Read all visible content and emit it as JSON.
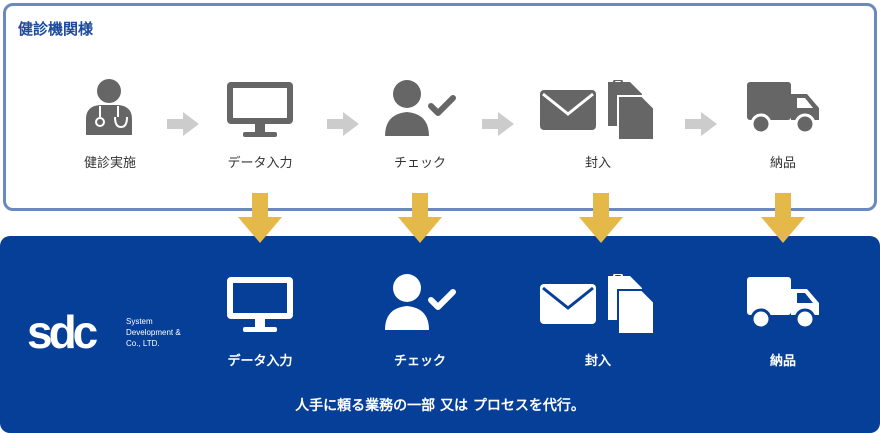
{
  "header": {
    "title": "健診機関様"
  },
  "top_flow": {
    "steps": [
      {
        "label": "健診実施",
        "icon": "doctor-icon"
      },
      {
        "label": "データ入力",
        "icon": "monitor-icon"
      },
      {
        "label": "チェック",
        "icon": "user-check-icon"
      },
      {
        "label": "封入",
        "icon": "envelope-documents-icon"
      },
      {
        "label": "納品",
        "icon": "truck-icon"
      }
    ]
  },
  "bottom_flow": {
    "steps": [
      {
        "label": "データ入力",
        "icon": "monitor-icon"
      },
      {
        "label": "チェック",
        "icon": "user-check-icon"
      },
      {
        "label": "封入",
        "icon": "envelope-documents-icon"
      },
      {
        "label": "納品",
        "icon": "truck-icon"
      }
    ]
  },
  "logo": {
    "mark": "sdc",
    "line1": "System",
    "line2": "Development &",
    "line3": "Co., LTD."
  },
  "tagline": "人手に頼る業務の一部 又は プロセスを代行。",
  "colors": {
    "top_border": "#6a8abf",
    "title": "#1d4a9c",
    "bottom_bg": "#063f97",
    "icon_gray": "#666666",
    "arrow_gray": "#cccccc",
    "arrow_gold": "#e5b84a"
  }
}
